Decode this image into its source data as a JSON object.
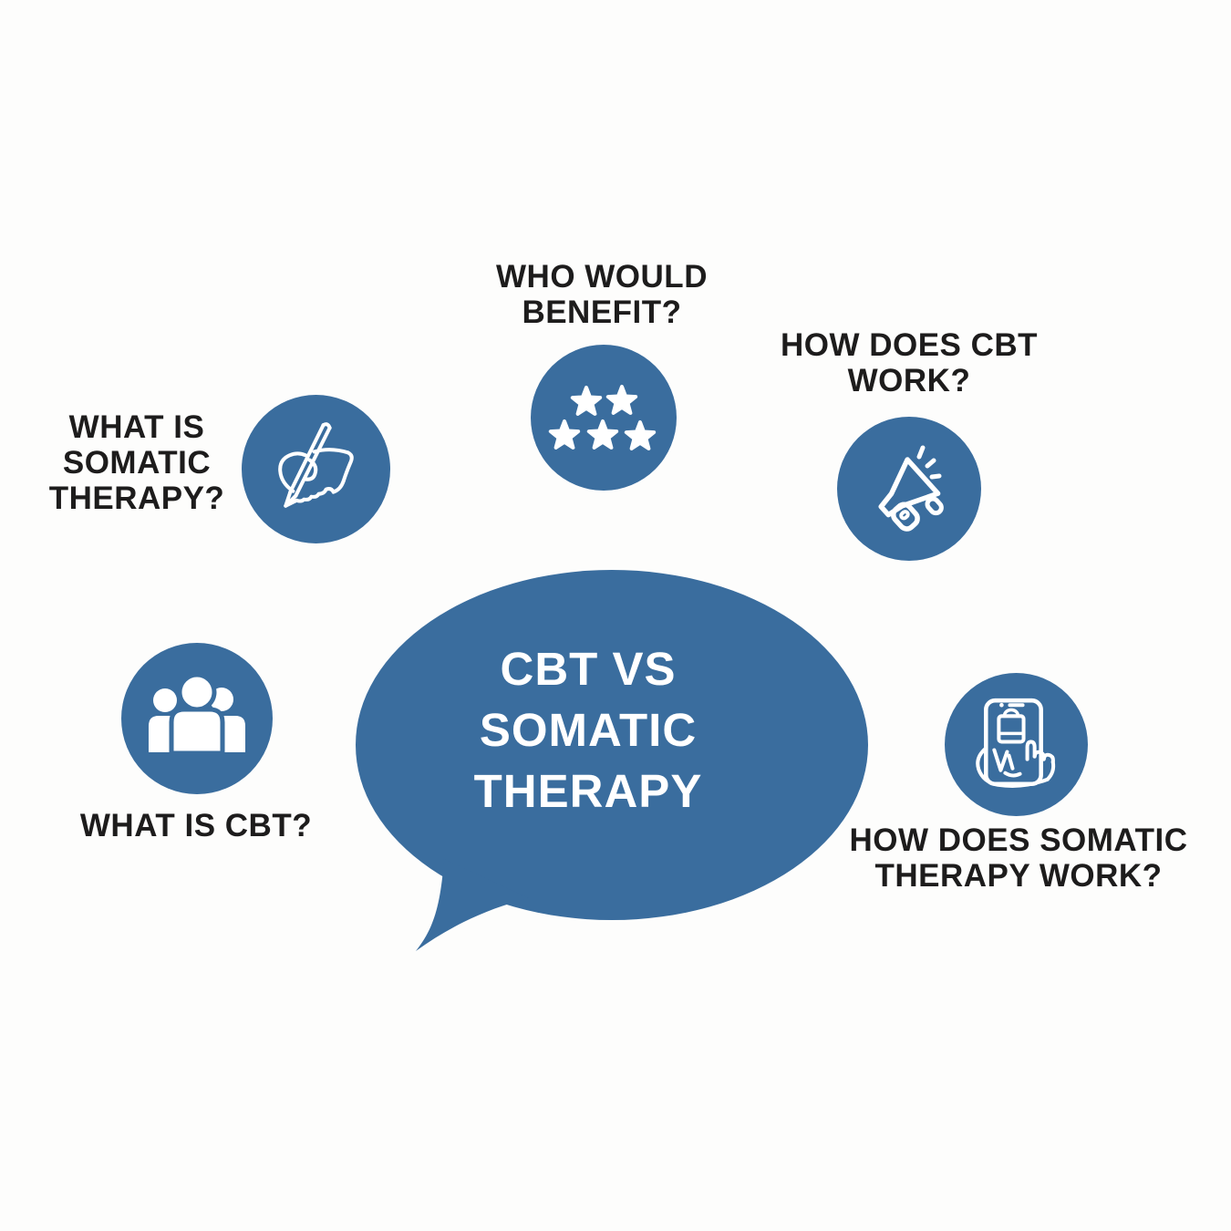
{
  "colors": {
    "background": "#fdfdfc",
    "primary_blue": "#3a6d9e",
    "label_text": "#1d1c1c",
    "bubble_text": "#ffffff",
    "icon_color": "#ffffff"
  },
  "bubble": {
    "title": "CBT VS SOMATIC THERAPY",
    "lines": [
      "CBT VS",
      "SOMATIC",
      "THERAPY"
    ]
  },
  "labels": {
    "benefit": {
      "lines": [
        "WHO WOULD",
        "BENEFIT?"
      ],
      "icon": "five-stars-icon"
    },
    "cbt_work": {
      "lines": [
        "HOW DOES CBT",
        "WORK?"
      ],
      "icon": "megaphone-icon"
    },
    "somatic": {
      "lines": [
        "WHAT IS",
        "SOMATIC",
        "THERAPY?"
      ],
      "icon": "hand-writing-pen-icon"
    },
    "cbt": {
      "lines": [
        "WHAT IS CBT?"
      ],
      "icon": "people-group-icon"
    },
    "somatic_work": {
      "lines": [
        "HOW DOES SOMATIC",
        "THERAPY WORK?"
      ],
      "icon": "phone-in-hand-icon"
    }
  }
}
